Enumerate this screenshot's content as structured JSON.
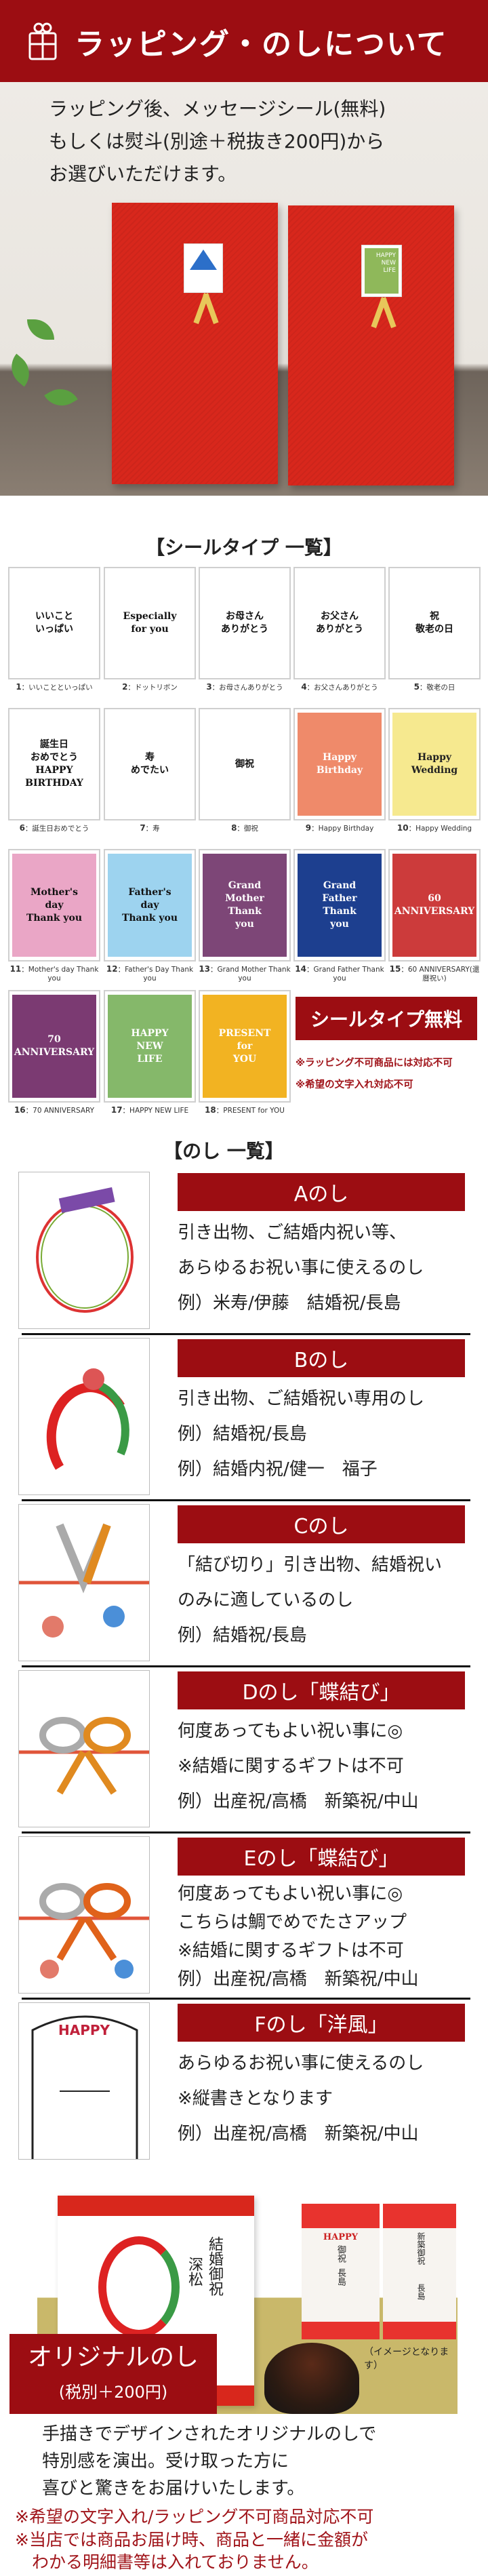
{
  "header": {
    "title": "ラッピング・のしについて",
    "icon": "gift-icon"
  },
  "intro": {
    "lines": [
      "ラッピング後、メッセージシール(無料)",
      "もしくは熨斗(別途＋税抜き200円)から",
      "お選びいただけます。"
    ]
  },
  "hero_photo": {
    "sticker_right_text": "HAPPY\nNEW\nLIFE"
  },
  "sticker_section": {
    "title": "【シールタイプ 一覧】",
    "items": [
      {
        "no": "1",
        "label": "いいことといっぱい",
        "bg": "#ffffff",
        "fg": "#111111",
        "art": "いいこと\nいっぱい"
      },
      {
        "no": "2",
        "label": "ドットリボン",
        "bg": "#ffffff",
        "fg": "#111111",
        "art": "Especially\nfor you"
      },
      {
        "no": "3",
        "label": "お母さんありがとう",
        "bg": "#ffffff",
        "fg": "#111111",
        "art": "お母さん\nありがとう"
      },
      {
        "no": "4",
        "label": "お父さんありがとう",
        "bg": "#ffffff",
        "fg": "#111111",
        "art": "お父さん\nありがとう"
      },
      {
        "no": "5",
        "label": "敬老の日",
        "bg": "#ffffff",
        "fg": "#111111",
        "art": "祝\n敬老の日"
      },
      {
        "no": "6",
        "label": "誕生日おめでとう",
        "bg": "#ffffff",
        "fg": "#111111",
        "art": "誕生日\nおめでとう\nHAPPY BIRTHDAY"
      },
      {
        "no": "7",
        "label": "寿",
        "bg": "#ffffff",
        "fg": "#111111",
        "art": "寿\nめでたい"
      },
      {
        "no": "8",
        "label": "御祝",
        "bg": "#ffffff",
        "fg": "#111111",
        "art": "御祝"
      },
      {
        "no": "9",
        "label": "Happy Birthday",
        "bg": "#ef8a6a",
        "fg": "#ffffff",
        "art": "Happy\nBirthday"
      },
      {
        "no": "10",
        "label": "Happy Wedding",
        "bg": "#f6e98f",
        "fg": "#222222",
        "art": "Happy\nWedding"
      },
      {
        "no": "11",
        "label": "Mother's day Thank you",
        "bg": "#eaa6c6",
        "fg": "#111111",
        "art": "Mother's\nday\nThank you"
      },
      {
        "no": "12",
        "label": "Father's Day Thank you",
        "bg": "#9dd3ef",
        "fg": "#111111",
        "art": "Father's\nday\nThank you"
      },
      {
        "no": "13",
        "label": "Grand Mother Thank you",
        "bg": "#7d4677",
        "fg": "#ffffff",
        "art": "Grand\nMother\nThank\nyou"
      },
      {
        "no": "14",
        "label": "Grand Father Thank you",
        "bg": "#1d3f8f",
        "fg": "#ffffff",
        "art": "Grand\nFather\nThank\nyou"
      },
      {
        "no": "15",
        "label": "60 ANNIVERSARY(還暦祝い)",
        "bg": "#cc3b3b",
        "fg": "#ffffff",
        "art": "60\nANNIVERSARY"
      },
      {
        "no": "16",
        "label": "70 ANNIVERSARY",
        "bg": "#7b3a72",
        "fg": "#ffffff",
        "art": "70\nANNIVERSARY"
      },
      {
        "no": "17",
        "label": "HAPPY NEW LIFE",
        "bg": "#85b86a",
        "fg": "#ffffff",
        "art": "HAPPY\nNEW\nLIFE"
      },
      {
        "no": "18",
        "label": "PRESENT for YOU",
        "bg": "#f2b322",
        "fg": "#ffffff",
        "art": "PRESENT\nfor\nYOU"
      }
    ],
    "free_badge": "シールタイプ無料",
    "notes": [
      "※ラッピング不可商品には対応不可",
      "※希望の文字入れ対応不可"
    ]
  },
  "noshi_section": {
    "title": "【のし 一覧】",
    "items": [
      {
        "title": "Aのし",
        "lines": [
          "引き出物、ご結婚内祝い等、",
          "あらゆるお祝い事に使えるのし",
          "例）米寿/伊藤　結婚祝/長島"
        ],
        "style": "ring"
      },
      {
        "title": "Bのし",
        "lines": [
          "引き出物、ご結婚祝い専用のし",
          "例）結婚祝/長島",
          "例）結婚内祝/健一　福子"
        ],
        "style": "couple"
      },
      {
        "title": "Cのし",
        "lines": [
          "「結び切り」引き出物、結婚祝い",
          "のみに適しているのし",
          "例）結婚祝/長島"
        ],
        "style": "knot"
      },
      {
        "title": "Dのし「蝶結び」",
        "lines": [
          "何度あってもよい祝い事に◎",
          "※結婚に関するギフトは不可",
          "例）出産祝/高橋　新築祝/中山"
        ],
        "style": "bow"
      },
      {
        "title": "Eのし「蝶結び」",
        "lines": [
          "何度あってもよい祝い事に◎",
          "こちらは鯛でめでたさアップ",
          "※結婚に関するギフトは不可",
          "例）出産祝/高橋　新築祝/中山"
        ],
        "style": "bow2"
      },
      {
        "title": "Fのし「洋風」",
        "lines": [
          "あらゆるお祝い事に使えるのし",
          "※縦書きとなります",
          "例）出産祝/高橋　新築祝/中山"
        ],
        "style": "western",
        "art": "HAPPY"
      }
    ]
  },
  "original_noshi": {
    "badge_title": "オリジナルのし",
    "badge_price": "(税別＋200円)",
    "image_note": "（イメージとなります）",
    "box_text": {
      "main": "結婚御祝",
      "name": "深松",
      "small1": "HAPPY",
      "small1_main": "御祝",
      "small1_name": "長島",
      "small2_main": "新築御祝",
      "small2_name": "長島"
    },
    "description": [
      "手描きでデザインされたオリジナルのしで",
      "特別感を演出。受け取った方に",
      "喜びと驚きをお届けいたします。"
    ],
    "notes": [
      "※希望の文字入れ/ラッピング不可商品対応不可",
      "※当店では商品お届け時、商品と一緒に金額が",
      "　わかる明細書等は入れておりません。"
    ]
  },
  "colors": {
    "brand_red": "#9c0d12",
    "note_red": "#a0141a"
  }
}
